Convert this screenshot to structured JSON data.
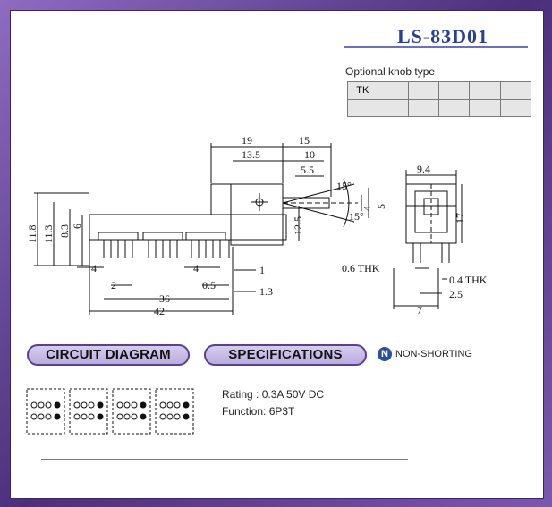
{
  "header": {
    "model": "LS-83D01"
  },
  "knob": {
    "caption": "Optional knob type",
    "row1_first": "TK"
  },
  "sections": {
    "circuit": "CIRCUIT DIAGRAM",
    "specifications": "SPECIFICATIONS",
    "non_shorting_icon": "N",
    "non_shorting": "NON-SHORTING"
  },
  "specs": {
    "rating": "Rating : 0.3A 50V DC",
    "function": "Function: 6P3T"
  },
  "dims": {
    "d19": "19",
    "d15": "15",
    "d13_5": "13.5",
    "d10": "10",
    "d5_5": "5.5",
    "d15deg_top": "15°",
    "d15deg_bot": "15°",
    "d4r": "4",
    "d5r": "5",
    "d12_5": "12.5",
    "d11_8": "11.8",
    "d11_3": "11.3",
    "d8_3": "8.3",
    "d6": "6",
    "d4a": "4",
    "d2": "2",
    "d4b": "4",
    "d0_5": "0.5",
    "d1": "1",
    "d1_3": "1.3",
    "d36": "36",
    "d42": "42",
    "d9_4": "9.4",
    "d17": "17",
    "d0_6": "0.6 THK",
    "d0_4": "0.4 THK",
    "d2_5": "2.5",
    "d7": "7"
  },
  "colors": {
    "title": "#2a3f9a",
    "frame": "#5a3f92",
    "rule": "#6b6bd0"
  }
}
